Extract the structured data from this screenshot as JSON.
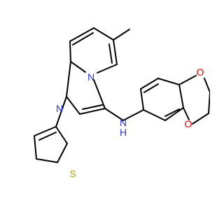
{
  "molecule": {
    "atoms": {
      "n_ring": "N",
      "n_bridge": "N",
      "nh_n": "N",
      "nh_h": "H",
      "o_top": "O",
      "o_bottom": "O",
      "s": "S"
    }
  },
  "colors": {
    "N": "#2633c9",
    "O": "#d80000",
    "S": "#b3a300",
    "bond": "#000000"
  }
}
